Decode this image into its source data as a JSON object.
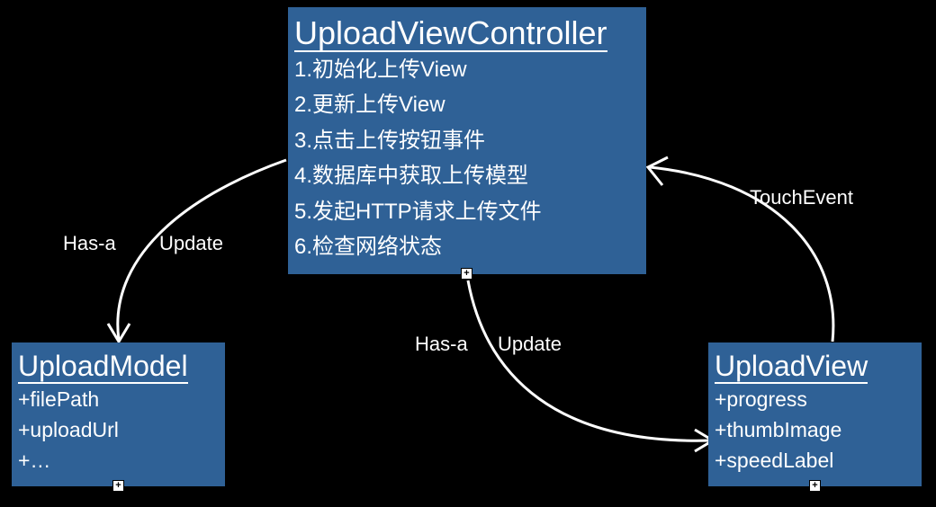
{
  "controller": {
    "title": "UploadViewController",
    "items": [
      "1.初始化上传View",
      "2.更新上传View",
      "3.点击上传按钮事件",
      "4.数据库中获取上传模型",
      "5.发起HTTP请求上传文件",
      "6.检查网络状态"
    ]
  },
  "model": {
    "title": "UploadModel",
    "items": [
      "+filePath",
      "+uploadUrl",
      "+…"
    ]
  },
  "view": {
    "title": "UploadView",
    "items": [
      "+progress",
      "+thumbImage",
      "+speedLabel"
    ]
  },
  "edges": {
    "ctrl_model_hasa": "Has-a",
    "ctrl_model_update": "Update",
    "ctrl_view_hasa": "Has-a",
    "ctrl_view_update": "Update",
    "view_ctrl": "TouchEvent"
  },
  "expand_symbol": "+",
  "colors": {
    "box": "#2f6196",
    "background": "#000000"
  }
}
